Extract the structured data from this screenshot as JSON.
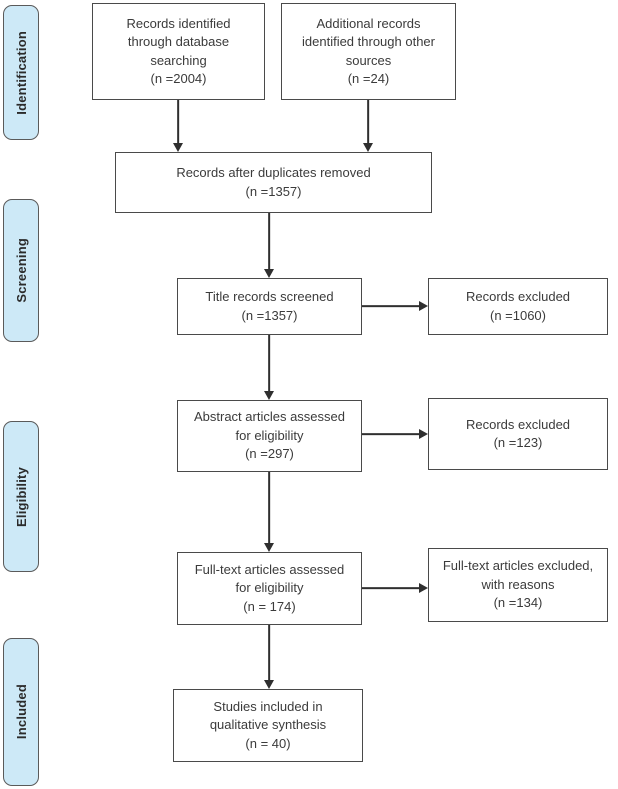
{
  "palette": {
    "phase_fill": "#cde9f7",
    "phase_border": "#5a5a5a",
    "node_border": "#4a4a4a",
    "text_color": "#3b3b3b",
    "arrow_color": "#2f2f2f"
  },
  "phases": [
    {
      "label": "Identification"
    },
    {
      "label": "Screening"
    },
    {
      "label": "Eligibility"
    },
    {
      "label": "Included"
    }
  ],
  "nodes": {
    "db_records": {
      "text": "Records identified\nthrough database\nsearching\n(n =2004)"
    },
    "other_records": {
      "text": "Additional records\nidentified through other\nsources\n(n =24)"
    },
    "after_duplicates": {
      "text": "Records after duplicates removed\n(n =1357)"
    },
    "title_screened": {
      "text": "Title records screened\n(n =1357)"
    },
    "excluded_titles": {
      "text": "Records excluded\n(n =1060)"
    },
    "abstract_assessed": {
      "text": "Abstract articles assessed\nfor eligibility\n(n =297)"
    },
    "excluded_abstracts": {
      "text": "Records excluded\n(n =123)"
    },
    "fulltext_assessed": {
      "text": "Full-text articles assessed\nfor eligibility\n(n = 174)"
    },
    "fulltext_excluded": {
      "text": "Full-text articles excluded,\nwith reasons\n(n =134)"
    },
    "included_studies": {
      "text": "Studies included in\nqualitative synthesis\n(n = 40)"
    }
  }
}
